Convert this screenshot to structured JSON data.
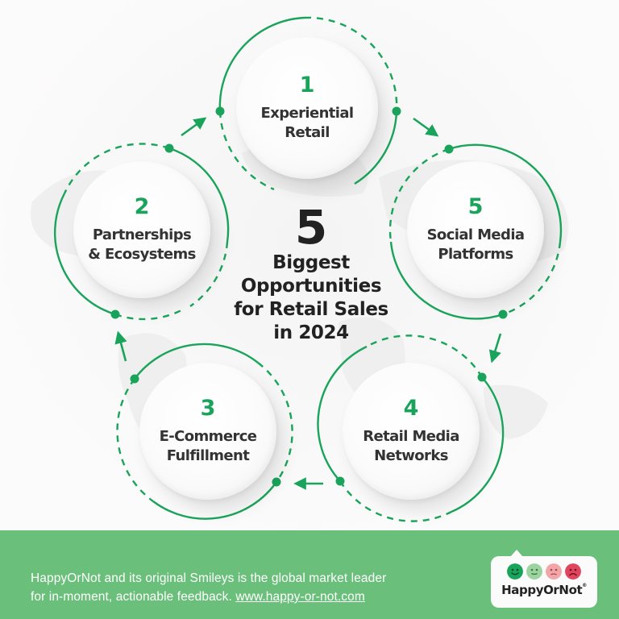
{
  "colors": {
    "accent": "#1aa45b",
    "footer_bg": "#6abf7a",
    "text_dark": "#333333",
    "title_dark": "#222222"
  },
  "title": {
    "number": "5",
    "line1": "Biggest",
    "line2": "Opportunities",
    "line3": "for Retail Sales",
    "line4": "in 2024"
  },
  "items": [
    {
      "number": "1",
      "line1": "Experiential",
      "line2": "Retail"
    },
    {
      "number": "2",
      "line1": "Partnerships",
      "line2": "& Ecosystems"
    },
    {
      "number": "3",
      "line1": "E-Commerce",
      "line2": "Fulfillment"
    },
    {
      "number": "4",
      "line1": "Retail Media",
      "line2": "Networks"
    },
    {
      "number": "5",
      "line1": "Social Media",
      "line2": "Platforms"
    }
  ],
  "footer": {
    "line1": "HappyOrNot and its original Smileys is the global market leader",
    "line2": "for in-moment, actionable feedback.",
    "link": "www.happy-or-not.com"
  },
  "logo": {
    "name": "HappyOrNot",
    "mark": "®",
    "smileys": [
      {
        "name": "very-happy",
        "color": "#1aa45b"
      },
      {
        "name": "happy",
        "color": "#9dd39f"
      },
      {
        "name": "unhappy",
        "color": "#f2a6a8"
      },
      {
        "name": "very-unhappy",
        "color": "#e0455e"
      }
    ]
  }
}
